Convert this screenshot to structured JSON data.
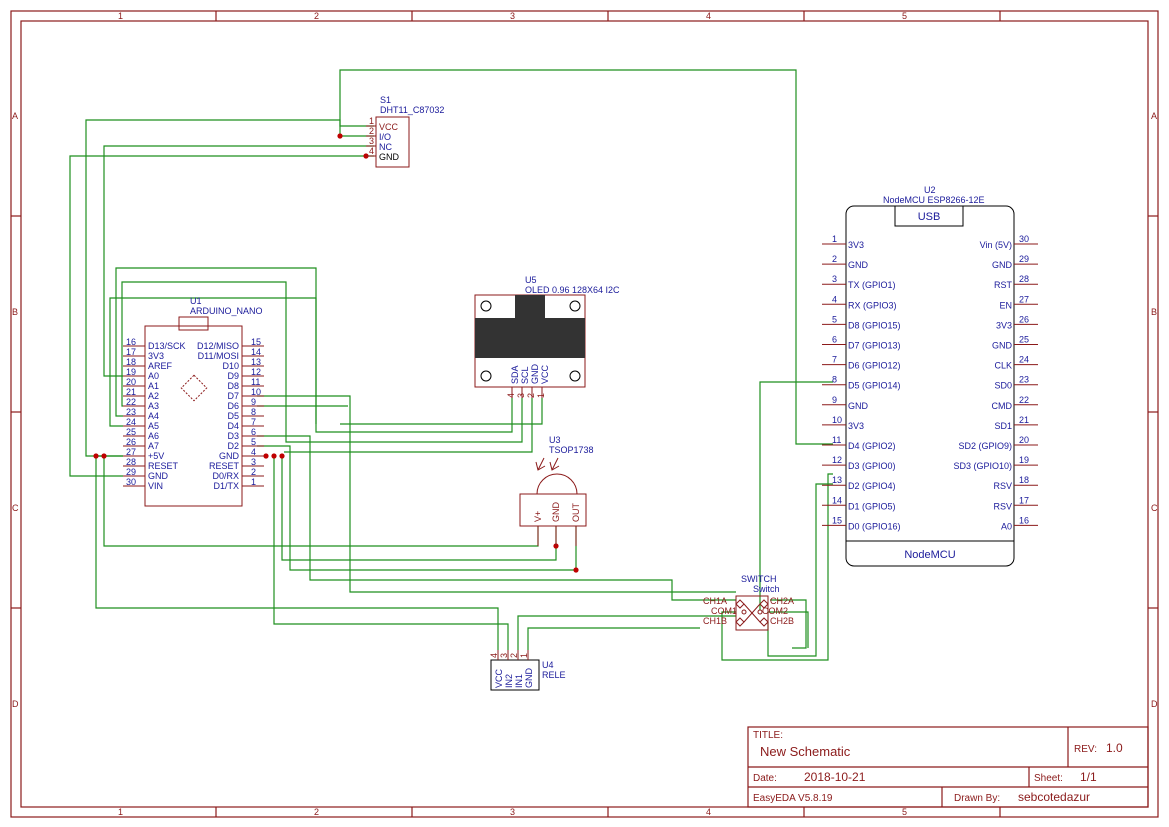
{
  "frame": {
    "col_labels": [
      "1",
      "2",
      "3",
      "4",
      "5"
    ],
    "row_labels": [
      "A",
      "B",
      "C",
      "D"
    ]
  },
  "title_block": {
    "title_label": "TITLE:",
    "title": "New Schematic",
    "rev_label": "REV:",
    "rev": "1.0",
    "date_label": "Date:",
    "date": "2018-10-21",
    "sheet_label": "Sheet:",
    "sheet": "1/1",
    "tool": "EasyEDA V5.8.19",
    "drawn_label": "Drawn By:",
    "drawn_by": "sebcotedazur"
  },
  "s1": {
    "ref": "S1",
    "value": "DHT11_C87032",
    "pins": [
      {
        "num": "1",
        "name": "VCC"
      },
      {
        "num": "2",
        "name": "I/O"
      },
      {
        "num": "3",
        "name": "NC"
      },
      {
        "num": "4",
        "name": "GND"
      }
    ]
  },
  "u1": {
    "ref": "U1",
    "value": "ARDUINO_NANO",
    "left_pins": [
      {
        "num": "16",
        "name": "D13/SCK"
      },
      {
        "num": "17",
        "name": "3V3"
      },
      {
        "num": "18",
        "name": "AREF"
      },
      {
        "num": "19",
        "name": "A0"
      },
      {
        "num": "20",
        "name": "A1"
      },
      {
        "num": "21",
        "name": "A2"
      },
      {
        "num": "22",
        "name": "A3"
      },
      {
        "num": "23",
        "name": "A4"
      },
      {
        "num": "24",
        "name": "A5"
      },
      {
        "num": "25",
        "name": "A6"
      },
      {
        "num": "26",
        "name": "A7"
      },
      {
        "num": "27",
        "name": "+5V"
      },
      {
        "num": "28",
        "name": "RESET"
      },
      {
        "num": "29",
        "name": "GND"
      },
      {
        "num": "30",
        "name": "VIN"
      }
    ],
    "right_pins": [
      {
        "num": "15",
        "name": "D12/MISO"
      },
      {
        "num": "14",
        "name": "D11/MOSI"
      },
      {
        "num": "13",
        "name": "D10"
      },
      {
        "num": "12",
        "name": "D9"
      },
      {
        "num": "11",
        "name": "D8"
      },
      {
        "num": "10",
        "name": "D7"
      },
      {
        "num": "9",
        "name": "D6"
      },
      {
        "num": "8",
        "name": "D5"
      },
      {
        "num": "7",
        "name": "D4"
      },
      {
        "num": "6",
        "name": "D3"
      },
      {
        "num": "5",
        "name": "D2"
      },
      {
        "num": "4",
        "name": "GND"
      },
      {
        "num": "3",
        "name": "RESET"
      },
      {
        "num": "2",
        "name": "D0/RX"
      },
      {
        "num": "1",
        "name": "D1/TX"
      }
    ]
  },
  "u5": {
    "ref": "U5",
    "value": "OLED 0.96 128X64 I2C",
    "pins": [
      {
        "num": "4",
        "name": "SDA"
      },
      {
        "num": "3",
        "name": "SCL"
      },
      {
        "num": "2",
        "name": "GND"
      },
      {
        "num": "1",
        "name": "VCC"
      }
    ]
  },
  "u3": {
    "ref": "U3",
    "value": "TSOP1738",
    "pins": [
      {
        "name": "V+"
      },
      {
        "name": "GND"
      },
      {
        "name": "OUT"
      }
    ]
  },
  "u2": {
    "ref": "U2",
    "value": "NodeMCU ESP8266-12E",
    "usb": "USB",
    "footer": "NodeMCU",
    "left_pins": [
      {
        "num": "1",
        "name": "3V3"
      },
      {
        "num": "2",
        "name": "GND"
      },
      {
        "num": "3",
        "name": "TX (GPIO1)"
      },
      {
        "num": "4",
        "name": "RX (GPIO3)"
      },
      {
        "num": "5",
        "name": "D8 (GPIO15)"
      },
      {
        "num": "6",
        "name": "D7 (GPIO13)"
      },
      {
        "num": "7",
        "name": "D6 (GPIO12)"
      },
      {
        "num": "8",
        "name": "D5 (GPIO14)"
      },
      {
        "num": "9",
        "name": "GND"
      },
      {
        "num": "10",
        "name": "3V3"
      },
      {
        "num": "11",
        "name": "D4 (GPIO2)"
      },
      {
        "num": "12",
        "name": "D3 (GPIO0)"
      },
      {
        "num": "13",
        "name": "D2 (GPIO4)"
      },
      {
        "num": "14",
        "name": "D1 (GPIO5)"
      },
      {
        "num": "15",
        "name": "D0 (GPIO16)"
      }
    ],
    "right_pins": [
      {
        "num": "30",
        "name": "Vin (5V)"
      },
      {
        "num": "29",
        "name": "GND"
      },
      {
        "num": "28",
        "name": "RST"
      },
      {
        "num": "27",
        "name": "EN"
      },
      {
        "num": "26",
        "name": "3V3"
      },
      {
        "num": "25",
        "name": "GND"
      },
      {
        "num": "24",
        "name": "CLK"
      },
      {
        "num": "23",
        "name": "SD0"
      },
      {
        "num": "22",
        "name": "CMD"
      },
      {
        "num": "21",
        "name": "SD1"
      },
      {
        "num": "20",
        "name": "SD2 (GPIO9)"
      },
      {
        "num": "19",
        "name": "SD3 (GPIO10)"
      },
      {
        "num": "18",
        "name": "RSV"
      },
      {
        "num": "17",
        "name": "RSV"
      },
      {
        "num": "16",
        "name": "A0"
      }
    ]
  },
  "switch": {
    "ref": "SWITCH",
    "value": "Switch",
    "left_labels": [
      "CH1A",
      "COM1",
      "CH1B"
    ],
    "right_labels": [
      "CH2A",
      "COM2",
      "CH2B"
    ]
  },
  "u4": {
    "ref": "U4",
    "value": "RELE",
    "pins": [
      {
        "num": "4",
        "name": "VCC"
      },
      {
        "num": "3",
        "name": "IN2"
      },
      {
        "num": "2",
        "name": "IN1"
      },
      {
        "num": "1",
        "name": "GND"
      }
    ]
  }
}
